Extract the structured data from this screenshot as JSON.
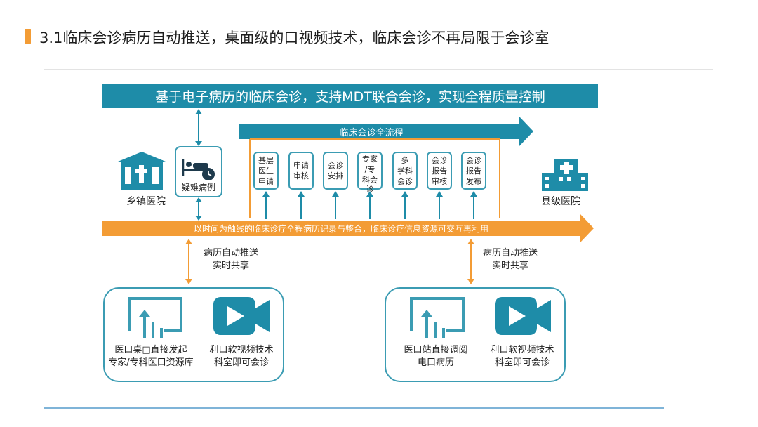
{
  "header": {
    "title": "3.1临床会诊病历自动推送，桌面级的口视频技术，临床会诊不再局限于会诊室",
    "accent_color": "#f39c35"
  },
  "banner": {
    "text": "基于电子病历的临床会诊，支持MDT联合会诊，实现全程质量控制",
    "color": "#1e8ca8"
  },
  "flow": {
    "label": "临床会诊全流程",
    "steps": [
      [
        "基层",
        "医生",
        "申请"
      ],
      [
        "申请",
        "审核"
      ],
      [
        "会诊",
        "安排"
      ],
      [
        "专家",
        "/专",
        "科会",
        "诊"
      ],
      [
        "多",
        "学科",
        "会诊"
      ],
      [
        "会诊",
        "报告",
        "审核"
      ],
      [
        "会诊",
        "报告",
        "发布"
      ]
    ]
  },
  "timeline": {
    "text": "以时间为触线的临床诊疗全程病历记录与整合，临床诊疗信息资源可交互再利用",
    "color": "#f39c35"
  },
  "left_hospital": {
    "label": "乡镇医院",
    "icon": "hospital-building-icon"
  },
  "right_hospital": {
    "label": "县级医院",
    "icon": "hospital-tower-icon"
  },
  "difficult_case": {
    "label": "疑难病例",
    "icon": "patient-bed-clock-icon"
  },
  "push_left": {
    "line1": "病历自动推送",
    "line2": "实时共享"
  },
  "push_right": {
    "line1": "病历自动推送",
    "line2": "实时共享"
  },
  "card_left": {
    "item1": {
      "line1": "医口桌□直接发起",
      "line2": "专家/专科医口资源库",
      "icon": "dashboard-chart-icon"
    },
    "item2": {
      "line1": "利口软视频技术",
      "line2": "科室即可会诊",
      "icon": "video-camera-icon"
    }
  },
  "card_right": {
    "item1": {
      "line1": "医口站直接调阅",
      "line2": "电口病历",
      "icon": "dashboard-chart-icon"
    },
    "item2": {
      "line1": "利口软视频技术",
      "line2": "科室即可会诊",
      "icon": "video-camera-icon"
    }
  }
}
